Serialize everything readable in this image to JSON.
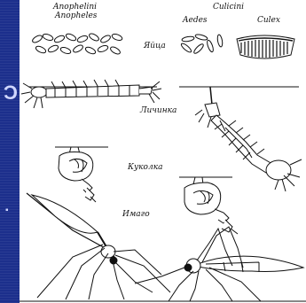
{
  "tribes": {
    "left": "Anophelini",
    "right": "Culicini"
  },
  "genera": {
    "anopheles": "Anopheles",
    "aedes": "Aedes",
    "culex": "Culex"
  },
  "stages": {
    "eggs": "Яйца",
    "larva": "Личинка",
    "pupa": "Куколка",
    "adult": "Имаго"
  },
  "colors": {
    "background": "#1c2f8c",
    "panel": "#ffffff",
    "ink": "#111111"
  }
}
